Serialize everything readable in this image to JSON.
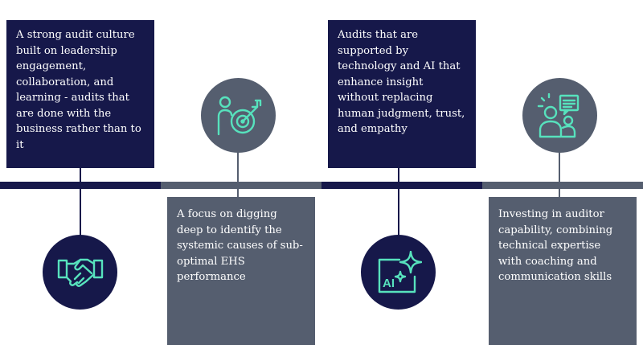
{
  "colors": {
    "navy": "#16184a",
    "slate": "#555e6f",
    "mint": "#57e2bd",
    "text": "#ffffff"
  },
  "timeline": [
    {
      "text": "A strong audit culture built on leadership engagement, collaboration, and learning - audits that are done with the business rather than to it",
      "icon": "handshake-icon",
      "tone": "navy"
    },
    {
      "text": "A focus on digging deep to identify the systemic causes of sub-optimal EHS performance",
      "icon": "person-target-icon",
      "tone": "slate"
    },
    {
      "text": "Audits that are supported by technology and AI that enhance insight without replacing human judgment, trust, and empathy",
      "icon": "ai-sparkle-icon",
      "icon_text": "AI",
      "tone": "navy"
    },
    {
      "text": "Investing in auditor capability, combining technical expertise with coaching and communication skills",
      "icon": "people-presentation-icon",
      "tone": "slate"
    }
  ]
}
